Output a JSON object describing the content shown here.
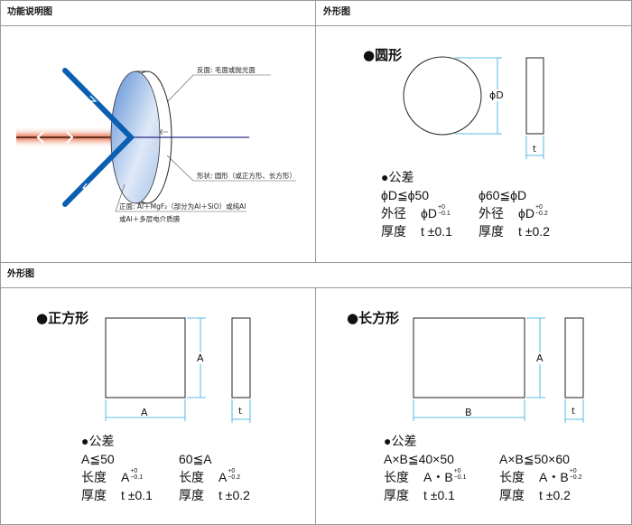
{
  "headers": {
    "function": "功能说明图",
    "outline_top": "外形图",
    "outline_bottom": "外形图"
  },
  "function_diagram": {
    "back_label": "反面: 毛面或抛光面",
    "shape_label": "形状: 圆形（或正方形、长方形）",
    "front_label_1": "正面: Al＋MgF₂（部分为Al＋SiO）或纯Al",
    "front_label_2": "或Al＋多层电介质膜"
  },
  "round": {
    "title": "●圆形",
    "dim_d": "ϕD",
    "dim_t": "t",
    "tol_title": "●公差",
    "cond1": "ϕD≦ϕ50",
    "cond2": "ϕ60≦ϕD",
    "outer_label": "外径",
    "outer1": "ϕD",
    "outer1_up": "+0",
    "outer1_low": "−0.1",
    "outer2": "ϕD",
    "outer2_up": "+0",
    "outer2_low": "−0.2",
    "thick_label": "厚度",
    "thick1": "t ±0.1",
    "thick2": "t ±0.2"
  },
  "square": {
    "title": "●正方形",
    "dim_a_side": "A",
    "dim_a_bottom": "A",
    "dim_t": "t",
    "tol_title": "●公差",
    "cond1": "A≦50",
    "cond2": "60≦A",
    "len_label": "长度",
    "len1": "A",
    "len1_up": "+0",
    "len1_low": "−0.1",
    "len2": "A",
    "len2_up": "+0",
    "len2_low": "−0.2",
    "thick_label": "厚度",
    "thick1": "t ±0.1",
    "thick2": "t ±0.2"
  },
  "rect": {
    "title": "●长方形",
    "dim_a": "A",
    "dim_b": "B",
    "dim_t": "t",
    "tol_title": "●公差",
    "cond1": "A×B≦40×50",
    "cond2": "A×B≦50×60",
    "len_label": "长度",
    "len1": "A・B",
    "len1_up": "+0",
    "len1_low": "−0.1",
    "len2": "A・B",
    "len2_up": "+0",
    "len2_low": "−0.2",
    "thick_label": "厚度",
    "thick1": "t ±0.1",
    "thick2": "t ±0.2"
  },
  "colors": {
    "dimension": "#29a8e0",
    "beam_blue": "#0a5fb0",
    "laser": "#e8704a"
  }
}
